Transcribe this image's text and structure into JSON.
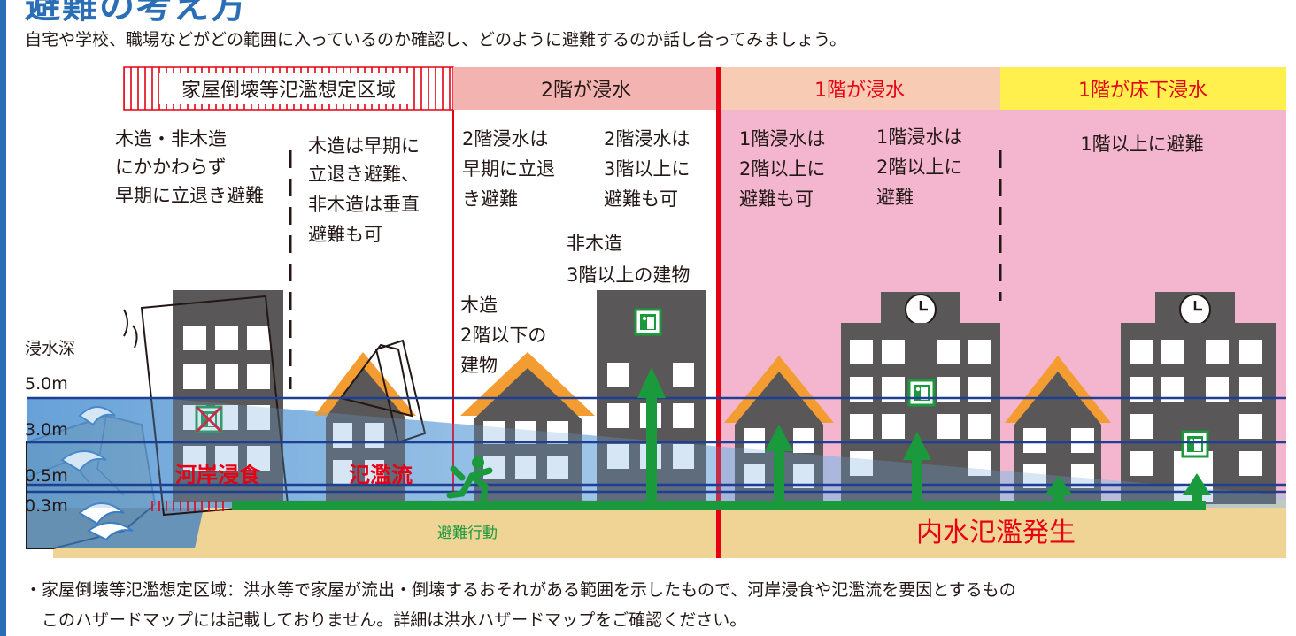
{
  "header": {
    "title_fragment": "避難の考え方",
    "intro": "自宅や学校、職場などがどの範囲に入っているのか確認し、どのように避難するのか話し合ってみましょう。"
  },
  "zones": {
    "collapse": "家屋倒壊等氾濫想定区域",
    "floor2": "2階が浸水",
    "floor1": "1階が浸水",
    "underfloor": "1階が床下浸水"
  },
  "notes": {
    "c1": [
      "木造・非木造",
      "にかかわらず",
      "早期に立退き避難"
    ],
    "c2": [
      "木造は早期に",
      "立退き避難、",
      "非木造は垂直",
      "避難も可"
    ],
    "c3": [
      "2階浸水は",
      "早期に立退",
      "き避難"
    ],
    "c4": [
      "2階浸水は",
      "3階以上に",
      "避難も可"
    ],
    "c5": [
      "1階浸水は",
      "2階以上に",
      "避難も可"
    ],
    "c6": [
      "1階浸水は",
      "2階以上に",
      "避難"
    ],
    "c7": [
      "1階以上に避難"
    ]
  },
  "building_labels": {
    "wooden": [
      "木造",
      "2階以下の",
      "建物"
    ],
    "nonwooden": [
      "非木造",
      "3階以上の建物"
    ]
  },
  "depth": {
    "title": "浸水深",
    "levels": [
      "5.0m",
      "3.0m",
      "0.5m",
      "0.3m"
    ]
  },
  "hazards": {
    "erosion": "河岸浸食",
    "flow": "氾濫流"
  },
  "evac_label": "避難行動",
  "inland_label": "内水氾濫発生",
  "footnotes": [
    "・家屋倒壊等氾濫想定区域：洪水等で家屋が流出・倒壊するおそれがある範囲を示したもので、河岸浸食や氾濫流を要因とするもの",
    "　このハザードマップには記載しておりません。詳細は洪水ハザードマップをご確認ください。"
  ],
  "colors": {
    "pink": "#f4b6cf",
    "salmon": "#f3b3b1",
    "peach": "#f8ccb4",
    "yellow": "#fff04d",
    "red": "#e60012",
    "green": "#1a9a3c",
    "blue_line": "#1f3f92",
    "building": "#595757",
    "roof": "#f39c32",
    "ground": "#f0d496"
  }
}
